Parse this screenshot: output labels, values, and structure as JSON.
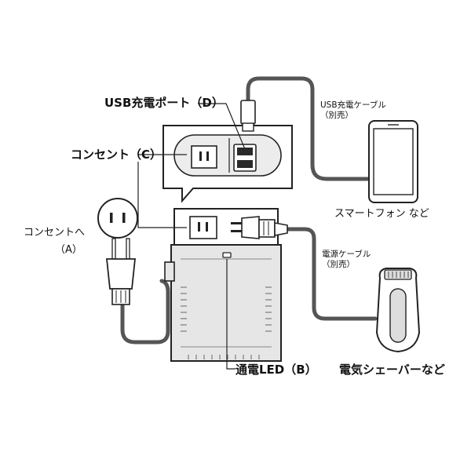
{
  "labels": {
    "usb_port": "USB充電ポート（D）",
    "outlet_c": "コンセント（C）",
    "to_outlet_line1": "コンセントへ",
    "to_outlet_line2": "（A）",
    "led": "通電LED（B）",
    "usb_cable_line1": "USB充電ケーブル",
    "usb_cable_line2": "（別売）",
    "smartphone": "スマートフォン など",
    "power_cable_line1": "電源ケーブル",
    "power_cable_line2": "（別売）",
    "shaver": "電気シェーバーなど"
  },
  "colors": {
    "outline": "#222222",
    "cable": "#555555",
    "body_fill": "#e6e6e6",
    "panel_fill": "#ececec",
    "slot_fill": "#2a2a2a"
  }
}
